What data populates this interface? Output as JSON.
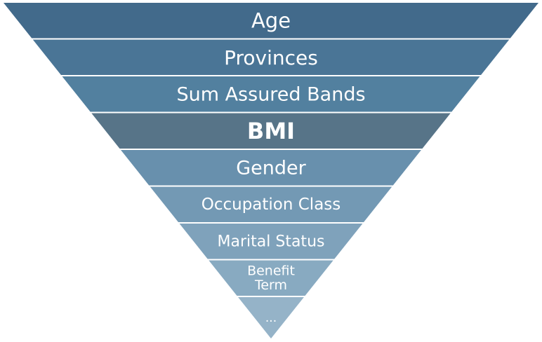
{
  "colors": {
    "background": "#ffffff",
    "text": "#ffffff",
    "divider": "#ffffff"
  },
  "layers": [
    {
      "label": "Age",
      "lines": [
        "Age"
      ],
      "emphasis": false,
      "color": "#426a8b"
    },
    {
      "label": "Provinces",
      "lines": [
        "Provinces"
      ],
      "emphasis": false,
      "color": "#4a7596"
    },
    {
      "label": "Sum Assured Bands",
      "lines": [
        "Sum Assured Bands"
      ],
      "emphasis": false,
      "color": "#52809f"
    },
    {
      "label": "BMI",
      "lines": [
        "BMI"
      ],
      "emphasis": true,
      "color": "#577488"
    },
    {
      "label": "Gender",
      "lines": [
        "Gender"
      ],
      "emphasis": false,
      "color": "#6890ad"
    },
    {
      "label": "Occupation Class",
      "lines": [
        "Occupation Class"
      ],
      "emphasis": false,
      "color": "#7399b4"
    },
    {
      "label": "Marital Status",
      "lines": [
        "Marital Status"
      ],
      "emphasis": false,
      "color": "#7fa2bb"
    },
    {
      "label": "Benefit Term",
      "lines": [
        "Benefit",
        "Term"
      ],
      "emphasis": false,
      "color": "#88aac1"
    },
    {
      "label": "...",
      "lines": [
        "..."
      ],
      "emphasis": false,
      "color": "#95b3c8"
    }
  ]
}
